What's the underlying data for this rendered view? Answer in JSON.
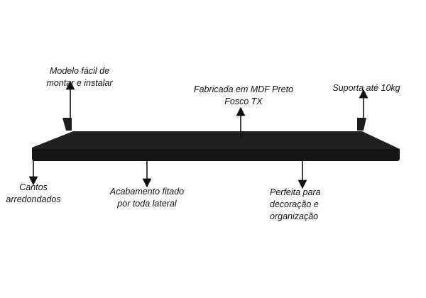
{
  "annotations": {
    "easy_mount": [
      "Modelo fácil de",
      "montar e instalar"
    ],
    "material": [
      "Fabricada em MDF Preto",
      "Fosco TX"
    ],
    "capacity": [
      "Suporta até 10kg"
    ],
    "corners": [
      "Cantos",
      "arredondados"
    ],
    "edge_finish": [
      "Acabamento fitado",
      "por toda lateral"
    ],
    "purpose": [
      "Perfeita para",
      "decoração e",
      "organização"
    ]
  },
  "colors": {
    "shelf": "#151515",
    "bracket": "#1d1d1d",
    "arrow": "#111111",
    "text": "#111111",
    "background": "#ffffff"
  },
  "product": {
    "icon": "floating-shelf-illustration"
  }
}
